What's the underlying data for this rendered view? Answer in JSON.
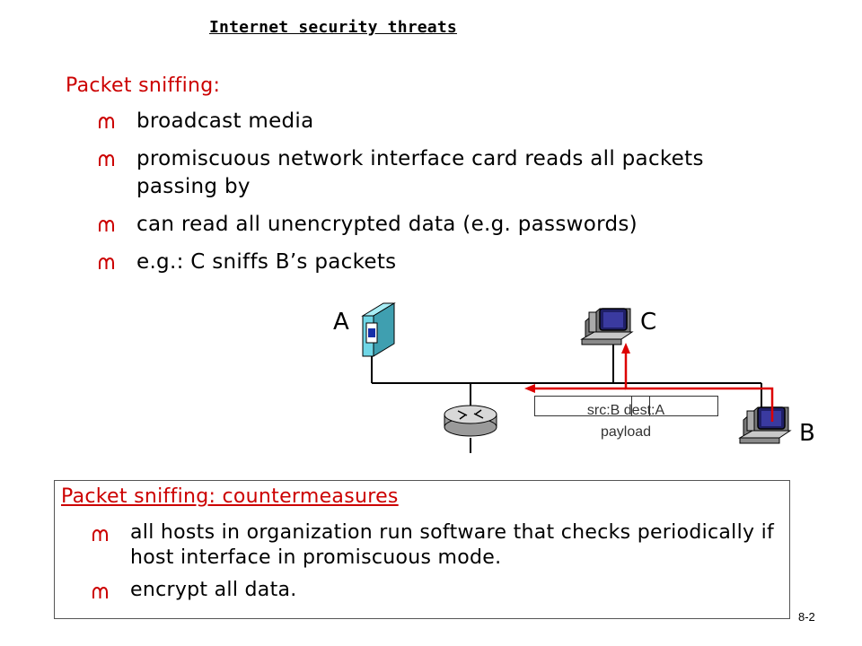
{
  "slide": {
    "title": "Internet security threats",
    "number": "8-2"
  },
  "section": {
    "heading": "Packet sniffing:",
    "bullets": [
      "broadcast media",
      "promiscuous network interface card reads all packets passing by",
      "can read all unencrypted data (e.g. passwords)",
      "e.g.: C sniffs B’s packets"
    ]
  },
  "diagram": {
    "nodes": {
      "a": "A",
      "b": "B",
      "c": "C"
    },
    "packet": {
      "header": "src:B dest:A",
      "body": "payload"
    },
    "colors": {
      "sniff_path": "#dd0000",
      "wire": "#000000",
      "server": "#6fd6e6",
      "workstation": "#5a5a5a"
    }
  },
  "countermeasures": {
    "heading": "Packet sniffing: countermeasures",
    "bullets": [
      "all hosts in organization run software that checks periodically if host interface in promiscuous mode.",
      "encrypt all data."
    ]
  },
  "icons": {
    "bullet": "bullet-icon",
    "server": "server-icon",
    "workstation": "workstation-icon",
    "router": "router-icon"
  }
}
